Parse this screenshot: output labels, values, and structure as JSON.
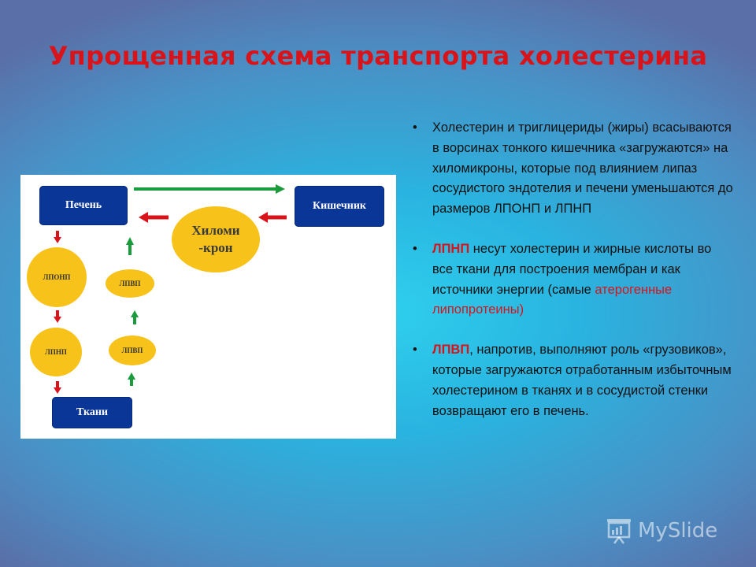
{
  "slide": {
    "title": "Упрощенная схема транспорта холестерина"
  },
  "diagram": {
    "liver": "Печень",
    "intestine": "Кишечник",
    "tissues": "Ткани",
    "chylomicron_line1": "Хиломи",
    "chylomicron_line2": "-крон",
    "lponp": "ЛПОНП",
    "lpnp": "ЛПНП",
    "lpvp_upper": "ЛПВП",
    "lpvp_lower": "ЛПВП",
    "colors": {
      "red_arrow": "#d8141a",
      "green_arrow": "#1a9c3c",
      "node_blue": "#0a3697",
      "node_yellow": "#f7c21a"
    }
  },
  "bullets": {
    "b1": "Холестерин и триглицериды (жиры) всасываются  в ворсинах тонкого кишечника «загружаются» на хиломикроны, которые  под влиянием липаз  сосудистого эндотелия и печени уменьшаются до размеров ЛПОНП   и ЛПНП",
    "b2_term": "ЛПНП",
    "b2_text": " несут холестерин и жирные кислоты во все ткани для построения мембран и как источники энергии (самые ",
    "b2_red": "атерогенные липопротеины)",
    "b3_term": "ЛПВП",
    "b3_text": ", напротив, выполняют роль «грузовиков», которые загружаются отработанным избыточным холестерином в тканях и в сосудистой стенки возвращают его в печень."
  },
  "watermark": {
    "text": "MySlide",
    "icon": "presentation-board-icon"
  }
}
